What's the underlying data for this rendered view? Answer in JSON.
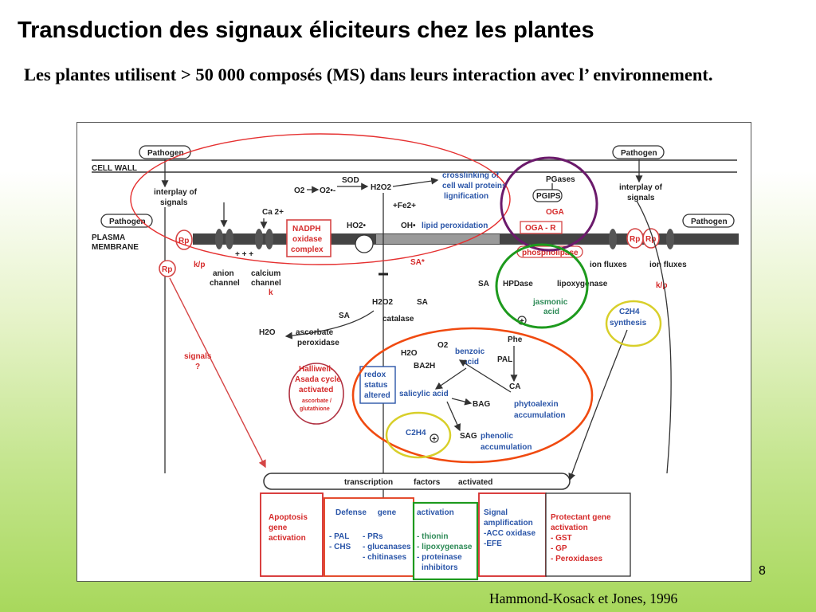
{
  "slide": {
    "title": "Transduction des signaux éliciteurs chez les plantes",
    "subtitle": "Les plantes utilisent > 50 000 composés (MS) dans leurs interaction avec l’ environnement.",
    "number": "8",
    "citation": "Hammond-Kosack et Jones, 1996"
  },
  "diagram": {
    "pathogen": "Pathogen",
    "cell_wall": "CELL WALL",
    "plasma": "PLASMA",
    "membrane": "MEMBRANE",
    "interplay_of": "interplay of",
    "signals": "signals",
    "rp": "Rp",
    "kp": "k/p",
    "anion": "anion",
    "channel": "channel",
    "calcium": "calcium",
    "k": "k",
    "ca2": "Ca 2+",
    "o2": "O2",
    "o2rad": "O2•-",
    "sod": "SOD",
    "h2o2": "H2O2",
    "fe2": "+Fe2+",
    "oh": "OH•",
    "ho2": "HO2•",
    "nadph": "NADPH",
    "oxidase": "oxidase",
    "complex": "complex",
    "crosslinking_of": "crosslinking of",
    "cell_wall_proteins": "cell wall proteins",
    "lignification": "lignification",
    "lipid_peroxidation": "lipid peroxidation",
    "pgases": "PGases",
    "pgips": "PGIPS",
    "oga": "OGA",
    "oga_r": "OGA - R",
    "phospholipase": "phospholipase",
    "ion_fluxes": "ion fluxes",
    "sa_star": "SA*",
    "sa": "SA",
    "hpdase": "HPDase",
    "lipoxygenase": "lipoxygenase",
    "jasmonic": "jasmonic",
    "acid": "acid",
    "c2h4": "C2H4",
    "synthesis": "synthesis",
    "catalase": "catalase",
    "h2o": "H2O",
    "ascorbate": "ascorbate",
    "peroxidase": "peroxidase",
    "signals_q": "signals",
    "question": "?",
    "halliwell": "Halliwell-",
    "asada_cycle": "Asada cycle",
    "activated": "activated",
    "ascorbate_slash": "ascorbate /",
    "glutathione": "glutathione",
    "redox": "redox",
    "status": "status",
    "altered": "altered",
    "ba2h": "BA2H",
    "benzoic": "benzoic",
    "salicylic_acid": "salicylic acid",
    "phe": "Phe",
    "pal": "PAL",
    "ca": "CA",
    "bag": "BAG",
    "phytoalexin": "phytoalexin",
    "accumulation": "accumulation",
    "sag": "SAG",
    "phenolic": "phenolic",
    "transcription": "transcription",
    "factors": "factors",
    "activated_lc": "activated",
    "plus": "+",
    "minus": "−",
    "plusplus": "+ + +"
  },
  "outputs": {
    "apoptosis": [
      "Apoptosis",
      "gene",
      "activation"
    ],
    "defense_title": "Defense     gene",
    "defense_left": [
      "- PAL",
      "- CHS"
    ],
    "defense_right": [
      "- PRs",
      "- glucanases",
      "- chitinases"
    ],
    "activation_title": "activation",
    "activation_items": [
      "- thionin",
      "- lipoxygenase",
      "- proteinase",
      "  inhibitors"
    ],
    "signal": [
      "Signal",
      "amplification",
      "-ACC oxidase",
      "-EFE"
    ],
    "protectant": [
      "Protectant gene",
      "activation",
      "- GST",
      "- GP",
      "- Peroxidases"
    ]
  },
  "colors": {
    "red_highlight": "#e53030",
    "purple_highlight": "#6b1a6b",
    "green_highlight": "#1d9a1d",
    "orange_highlight": "#f04a10",
    "yellow_highlight": "#d8cf2a",
    "diagram_blue": "#2a55a8",
    "diagram_red": "#d52b2b"
  }
}
